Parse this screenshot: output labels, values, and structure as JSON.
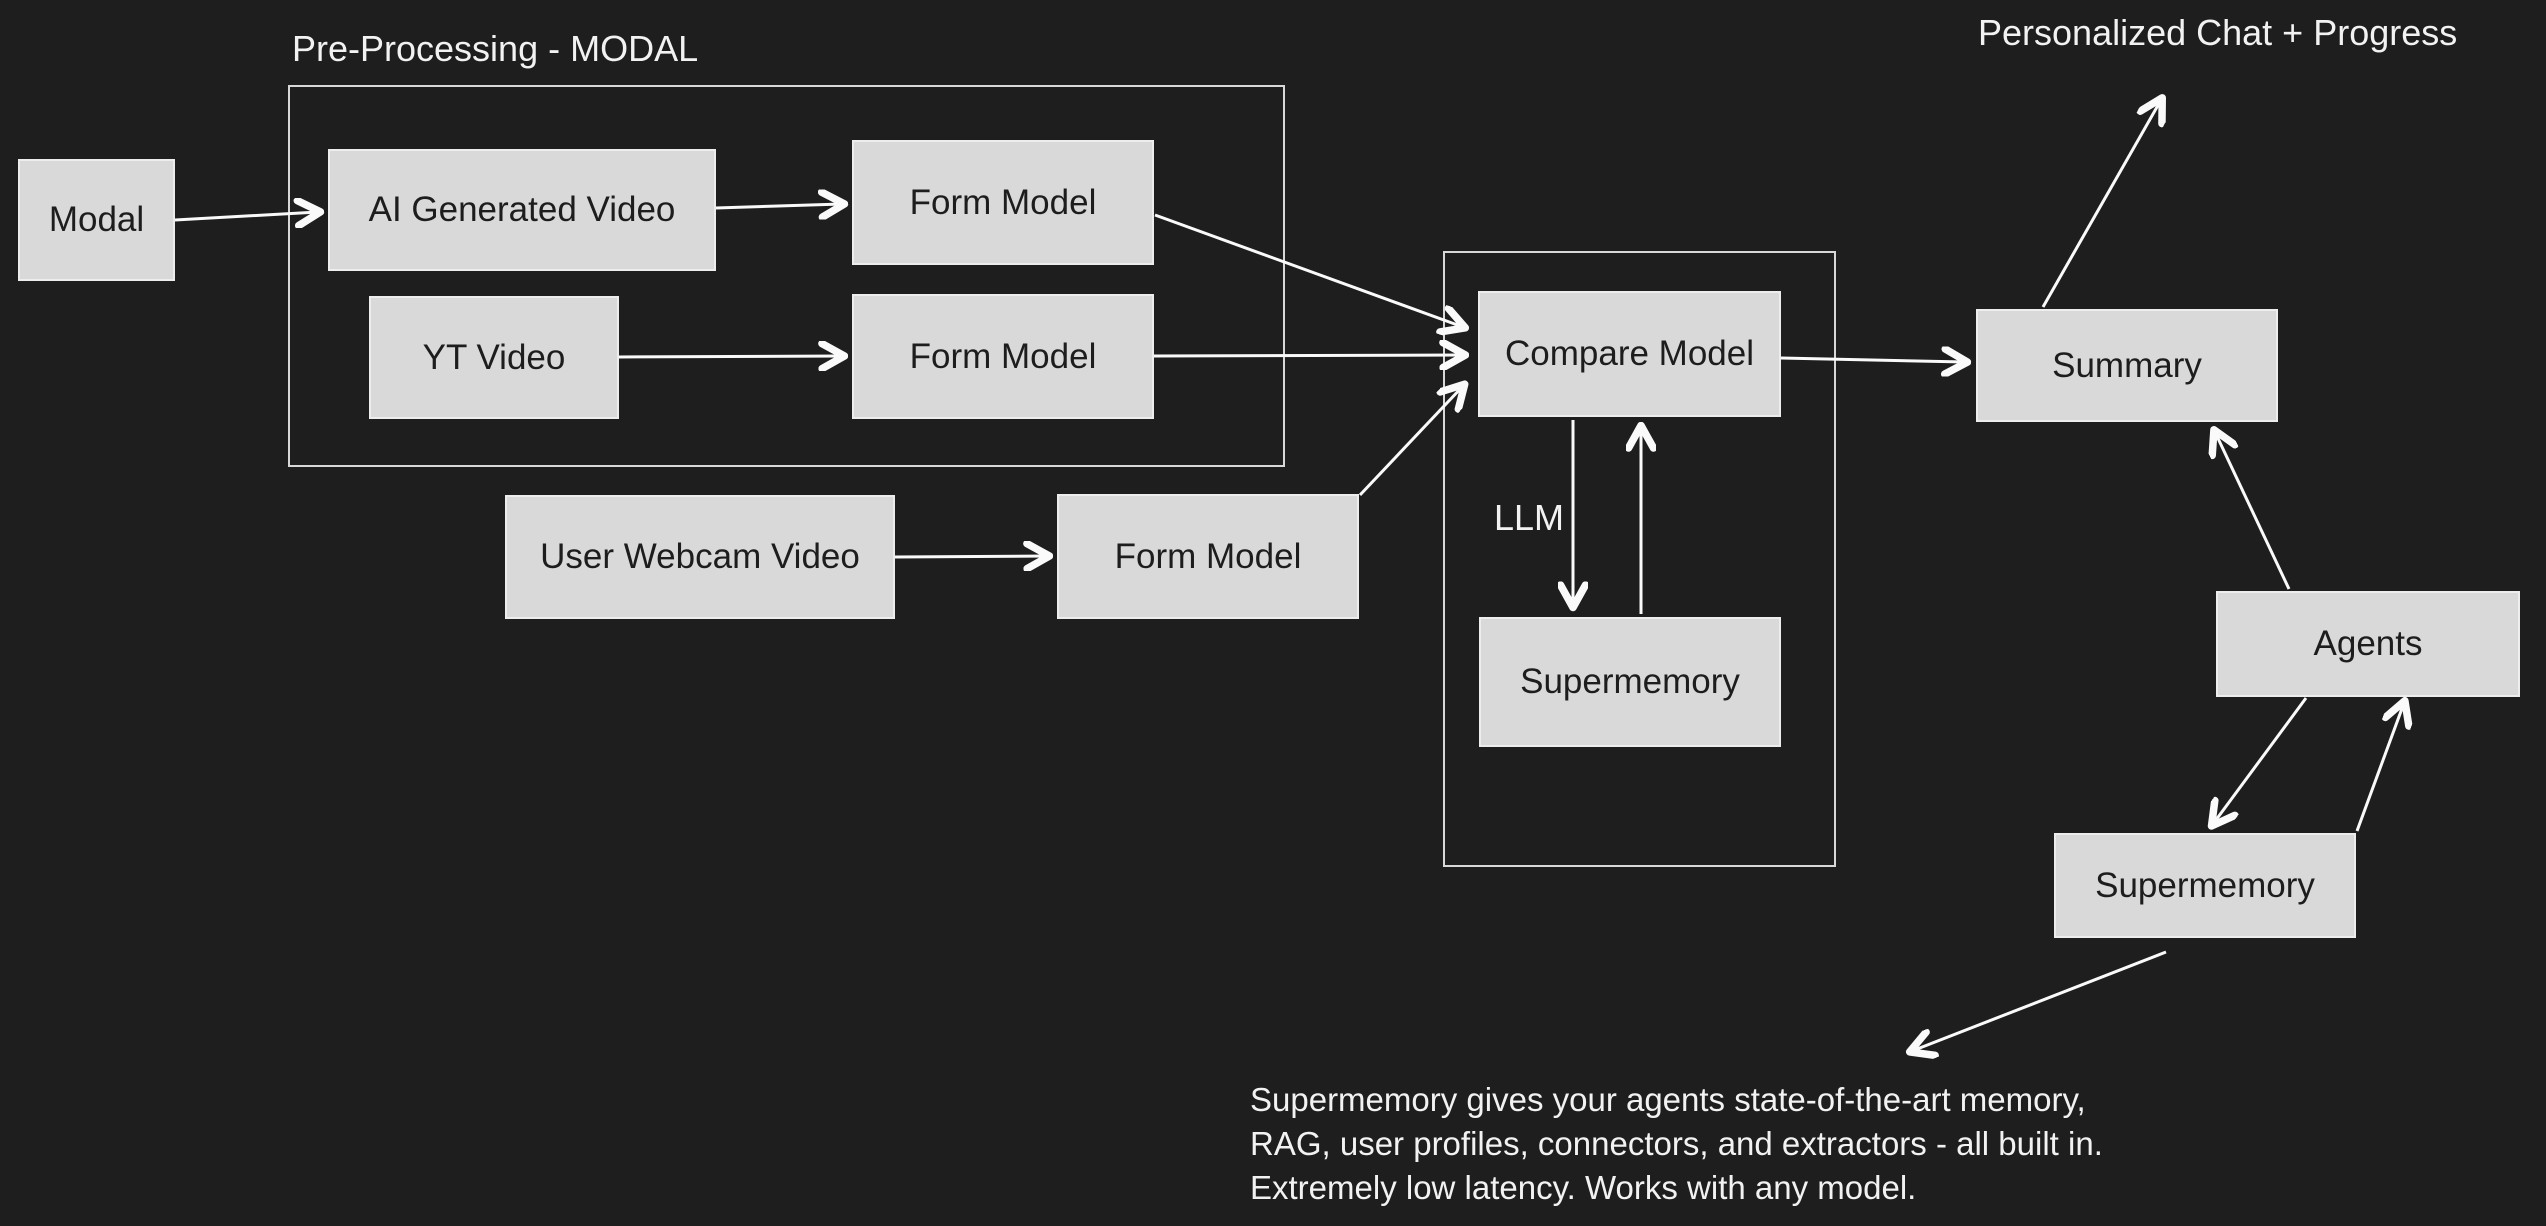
{
  "diagram": {
    "background_color": "#1e1e1e",
    "node_fill_color": "#d9d9d9",
    "node_border_color": "#ededed",
    "node_text_color": "#1d1d1d",
    "arrow_color": "#fafafa",
    "annotation_text_color": "#f2f2f2"
  },
  "groups": {
    "preprocessing": {
      "label": "Pre-Processing - MODAL"
    },
    "llm_loop": {
      "label": ""
    }
  },
  "nodes": {
    "modal": {
      "label": "Modal"
    },
    "ai_generated_video": {
      "label": "AI Generated Video"
    },
    "form_model_ai": {
      "label": "Form Model"
    },
    "yt_video": {
      "label": "YT Video"
    },
    "form_model_yt": {
      "label": "Form Model"
    },
    "user_webcam_video": {
      "label": "User Webcam Video"
    },
    "form_model_webcam": {
      "label": "Form Model"
    },
    "compare_model": {
      "label": "Compare Model"
    },
    "supermemory_llm": {
      "label": "Supermemory"
    },
    "summary": {
      "label": "Summary"
    },
    "agents": {
      "label": "Agents"
    },
    "supermemory_agents": {
      "label": "Supermemory"
    }
  },
  "annotations": {
    "output_label": "Personalized Chat + Progress",
    "llm_label": "LLM",
    "note_line1": "Supermemory gives your agents state-of-the-art memory,",
    "note_line2": "RAG, user profiles, connectors, and extractors - all built in.",
    "note_line3": "Extremely low latency. Works with any model."
  },
  "edges": [
    {
      "from": "modal",
      "to": "ai_generated_video"
    },
    {
      "from": "ai_generated_video",
      "to": "form_model_ai"
    },
    {
      "from": "yt_video",
      "to": "form_model_yt"
    },
    {
      "from": "user_webcam_video",
      "to": "form_model_webcam"
    },
    {
      "from": "form_model_ai",
      "to": "compare_model"
    },
    {
      "from": "form_model_yt",
      "to": "compare_model"
    },
    {
      "from": "form_model_webcam",
      "to": "compare_model"
    },
    {
      "from": "compare_model",
      "to": "summary"
    },
    {
      "from": "compare_model",
      "to": "supermemory_llm",
      "label": "LLM"
    },
    {
      "from": "supermemory_llm",
      "to": "compare_model"
    },
    {
      "from": "summary",
      "to": "output_label"
    },
    {
      "from": "agents",
      "to": "summary"
    },
    {
      "from": "agents",
      "to": "supermemory_agents"
    },
    {
      "from": "supermemory_agents",
      "to": "agents"
    },
    {
      "from": "supermemory_agents",
      "to": "note"
    }
  ]
}
